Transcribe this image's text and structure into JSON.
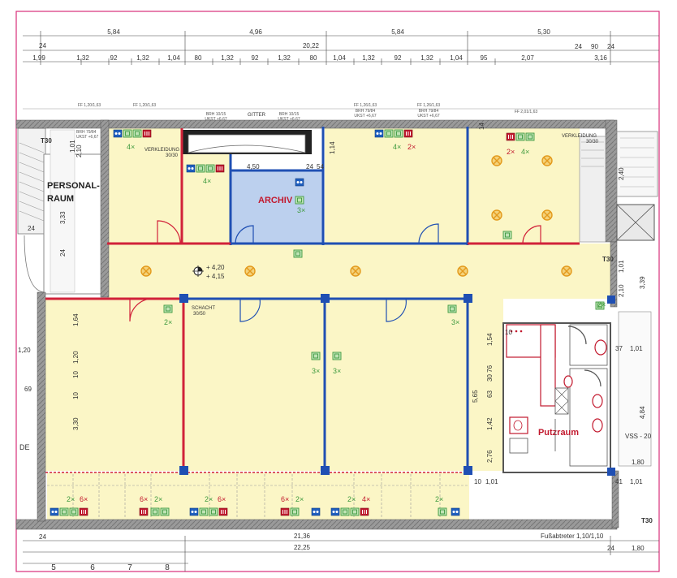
{
  "rooms": {
    "personal_line1": "PERSONAL-",
    "personal_line2": "RAUM",
    "archiv": "ARCHIV",
    "putzraum": "Putzraum"
  },
  "labels": {
    "t30_top_left": "T30",
    "t30_right": "T30",
    "t30_bottom_right": "T30",
    "verkleidung_left": "VERKLEIDUNG",
    "verkleidung_left_size": "30/30",
    "verkleidung_right": "VERKLEIDUNG",
    "verkleidung_right_size": "30/30",
    "schacht": "SCHACHT",
    "schacht_size": "30/50",
    "gitter": "GITTER",
    "vss": "VSS - 20",
    "de": "DE",
    "fussabtreter": "Fußabtreter 1,10/1,10",
    "level_plus_420": "+ 4,20",
    "level_plus_415": "+ 4,15",
    "ff_1": "FF 1,20/1,63",
    "ff_2": "FF 1,20/1,63",
    "ff_3": "FF 1,26/1,63",
    "ff_4": "FF 1,26/1,63",
    "ff_5": "FF 2,01/1,63",
    "brh_1": "BRH 79/84",
    "ukst_1": "UKST +6,67",
    "brh_2": "BRH 10/15",
    "ukst_2": "UKST +6,67",
    "brh_3": "BRH 10/15",
    "ukst_3": "UKST +6,67",
    "brh_4": "BRH 79/84",
    "ukst_4": "UKST +6,67",
    "brh_5": "BRH 79/84",
    "ukst_5": "UKST +6,67"
  },
  "dimensions_top_row1": [
    "5,84",
    "4,96",
    "5,84",
    "5,30"
  ],
  "dimensions_top_row2": {
    "left": "24",
    "total": "20,22",
    "right_a": "24",
    "right_b": "90",
    "right_c": "24"
  },
  "dimensions_top_row3": [
    "1,99",
    "1,32",
    "92",
    "1,32",
    "1,04",
    "80",
    "1,32",
    "92",
    "1,32",
    "80",
    "1,04",
    "1,32",
    "92",
    "1,32",
    "1,04",
    "95",
    "2,07",
    "3,16"
  ],
  "dimensions_inner": {
    "archiv_w": "4,50",
    "archiv_a": "24",
    "archiv_b": "54",
    "left_h1": "1,01",
    "left_h2": "2,10",
    "left_h3": "3,33",
    "left_h4": "24",
    "left_24": "24",
    "r1_h": "1,14",
    "r1_14": "14",
    "mid_64": "1,64",
    "mid_120": "1,20",
    "mid_10a": "10",
    "mid_10b": "10",
    "mid_330": "3,30",
    "side_120": "1,20",
    "side_695": "69",
    "bath_565": "5,65",
    "bath_154": "1,54",
    "bath_10": "10",
    "bath_3076": "30 76",
    "bath_63": "63",
    "bath_142": "1,42",
    "bath_276": "2,76",
    "r_240": "2,40",
    "r_101": "1,01",
    "r_339": "3,39",
    "r_210": "2,10",
    "r_37": "37",
    "r_101b": "1,01",
    "r_484": "4,84",
    "r_180": "1,80",
    "r_41": "41",
    "r_101c": "1,01",
    "bot_10": "10",
    "bot_101": "1,01"
  },
  "dimensions_bottom": {
    "top_24": "24",
    "total": "21,36",
    "sub": "22,25",
    "right_24": "24",
    "right_180": "1,80",
    "axis": [
      "5",
      "6",
      "7",
      "8"
    ]
  },
  "fixtures": {
    "m4x": "4×",
    "m2x": "2×",
    "m3x": "3×",
    "m6x": "6×"
  },
  "colors": {
    "fill_office": "#fbf6c6",
    "wall_gray": "#a9a9a9",
    "wall_dark": "#6f6f6f",
    "archiv_blue": "#bcd0ee",
    "line_blue": "#1f4fb3",
    "line_red": "#d1223a",
    "icon_blue": "#1f5fbf",
    "icon_green": "#3f9a3f",
    "icon_red": "#c2192e",
    "lamp_orange": "#e39a1c",
    "border_pink": "#d92f7a"
  }
}
